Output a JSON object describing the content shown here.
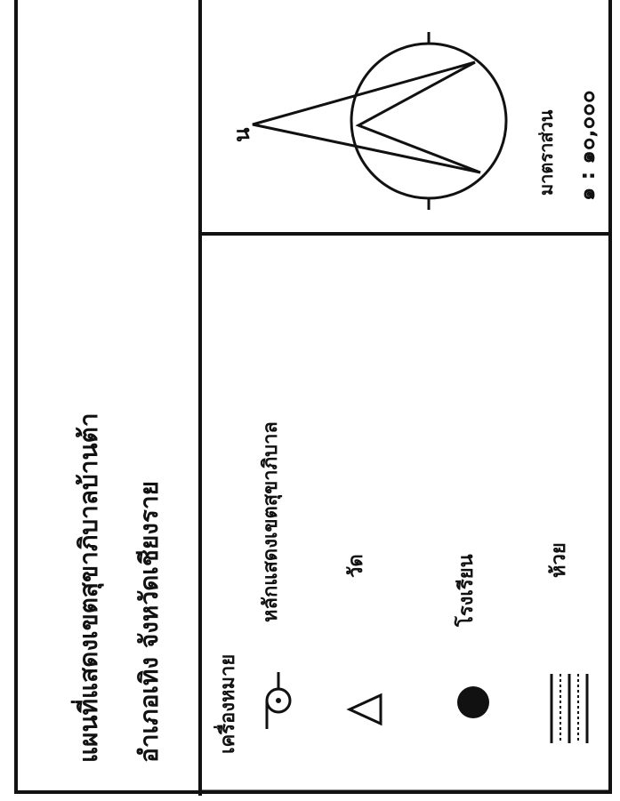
{
  "document": {
    "title_line_1": "แผนที่แสดงเขตสุขาภิบาลบ้านต้า",
    "title_line_2": "อำเภอเทิง  จังหวัดเชียงราย",
    "legend_heading": "เครื่องหมาย",
    "legend": [
      {
        "symbol": "pole-marker",
        "label": "หลักแสดงเขตสุขาภิบาล"
      },
      {
        "symbol": "triangle",
        "label": "วัด"
      },
      {
        "symbol": "filled-circle",
        "label": "โรงเรียน"
      },
      {
        "symbol": "river-lines",
        "label": "ห้วย"
      }
    ],
    "north_label": "น",
    "scale_label": "มาตราส่วน",
    "scale_value": "๑ : ๑๐,๐๐๐",
    "colors": {
      "ink": "#111111",
      "paper": "#ffffff"
    }
  }
}
